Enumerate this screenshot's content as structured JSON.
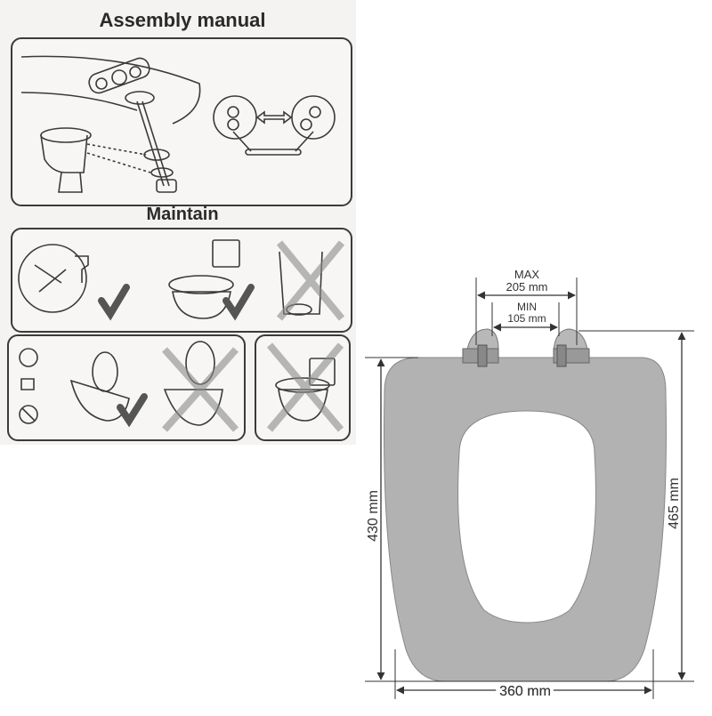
{
  "manual": {
    "assembly_title": "Assembly manual",
    "maintain_title": "Maintain"
  },
  "dimensions": {
    "max_label": "MAX",
    "max_value": "205 mm",
    "min_label": "MIN",
    "min_value": "105 mm",
    "height_inner": "430 mm",
    "height_outer": "465 mm",
    "width": "360 mm"
  },
  "colors": {
    "seat": "#b2b2b2",
    "line": "#333333",
    "ink": "#3a3a3a"
  }
}
